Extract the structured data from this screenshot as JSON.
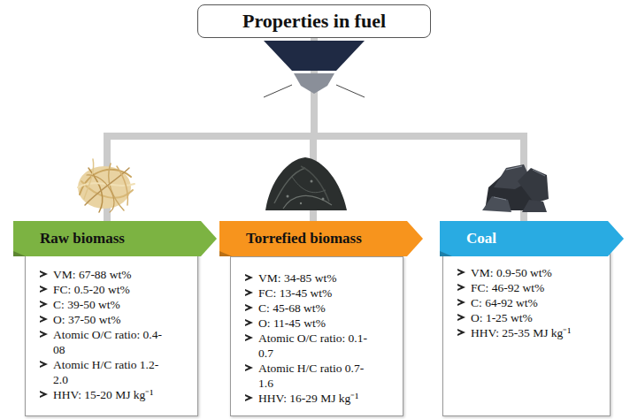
{
  "diagram": {
    "nodes": [
      {
        "text": [
          "Properties in fuel"
        ]
      },
      {
        "text": [
          "Raw biomass"
        ]
      },
      {
        "text": [
          "VM: 67-88 wt%",
          "FC: 0.5-20 wt%",
          "C: 39-50 wt%",
          "O: 37-50 wt%",
          "Atomic O/C ratio: 0.4-08",
          "Atomic H/C ratio 1.2-2.0",
          "HHV: 15-20 MJ kg⁻¹"
        ]
      },
      {
        "text": [
          "Torrefied biomass"
        ]
      },
      {
        "text": [
          "VM: 34-85 wt%",
          "FC: 13-45 wt%",
          "C: 45-68 wt%",
          "O: 11-45 wt%",
          "Atomic O/C ratio: 0.1-0.7",
          "Atomic H/C ratio 0.7-1.6",
          "HHV: 16-29 MJ kg⁻¹"
        ]
      },
      {
        "text": [
          "Coal"
        ]
      },
      {
        "text": [
          "VM: 0.9-50 wt%",
          "FC: 46-92 wt%",
          "C: 64-92 wt%",
          "O: 1-25 wt%",
          "HHV: 25-35 MJ kg⁻¹"
        ]
      }
    ],
    "edges": [
      {
        "from": 0,
        "to": 1,
        "arrow": "none"
      },
      {
        "from": 0,
        "to": 3,
        "arrow": "none"
      },
      {
        "from": 0,
        "to": 5,
        "arrow": "none"
      }
    ]
  }
}
